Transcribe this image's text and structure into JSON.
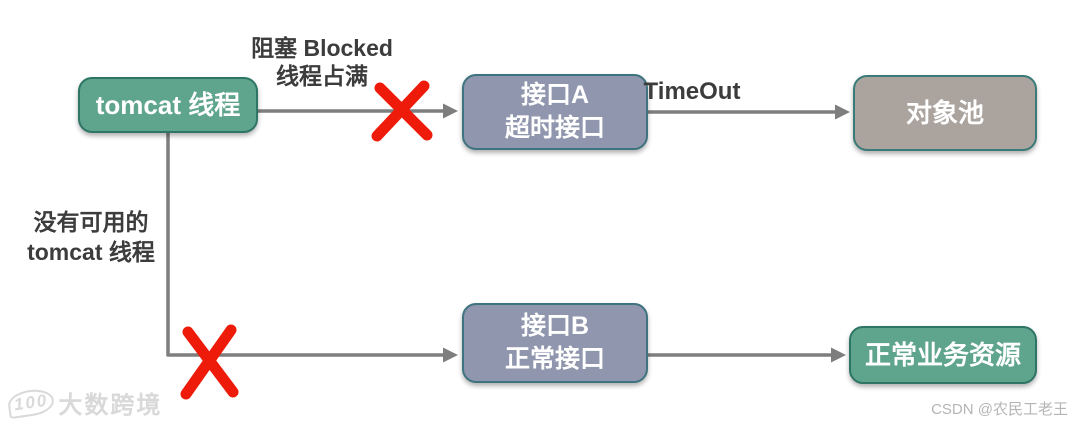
{
  "nodes": {
    "tomcat": {
      "label": "tomcat 线程"
    },
    "interface_a": {
      "line1": "接口A",
      "line2": "超时接口"
    },
    "object_pool": {
      "label": "对象池"
    },
    "interface_b": {
      "line1": "接口B",
      "line2": "正常接口"
    },
    "normal_resource": {
      "label": "正常业务资源"
    }
  },
  "edges": {
    "blocked": {
      "line1": "阻塞 Blocked",
      "line2": "线程占满"
    },
    "timeout": {
      "label": "TimeOut"
    },
    "no_thread": {
      "line1": "没有可用的",
      "line2": "tomcat 线程"
    }
  },
  "watermark": {
    "logo": "100",
    "text": "大数跨境"
  },
  "credit": "CSDN @农民工老王",
  "colors": {
    "node_green_fill": "#5fa58d",
    "node_green_border": "#2f7566",
    "node_slate_fill": "#8f96ad",
    "node_slate_border": "#3e7380",
    "node_gray_fill": "#aba49e",
    "node_gray_border": "#3a7a78",
    "node_text": "#ffffff",
    "arrow": "#7e7e7e",
    "label_text": "#3c3c3c",
    "x_mark": "#ee1b0a",
    "watermark": "#d9d9d9",
    "credit": "#b5b5b5"
  }
}
